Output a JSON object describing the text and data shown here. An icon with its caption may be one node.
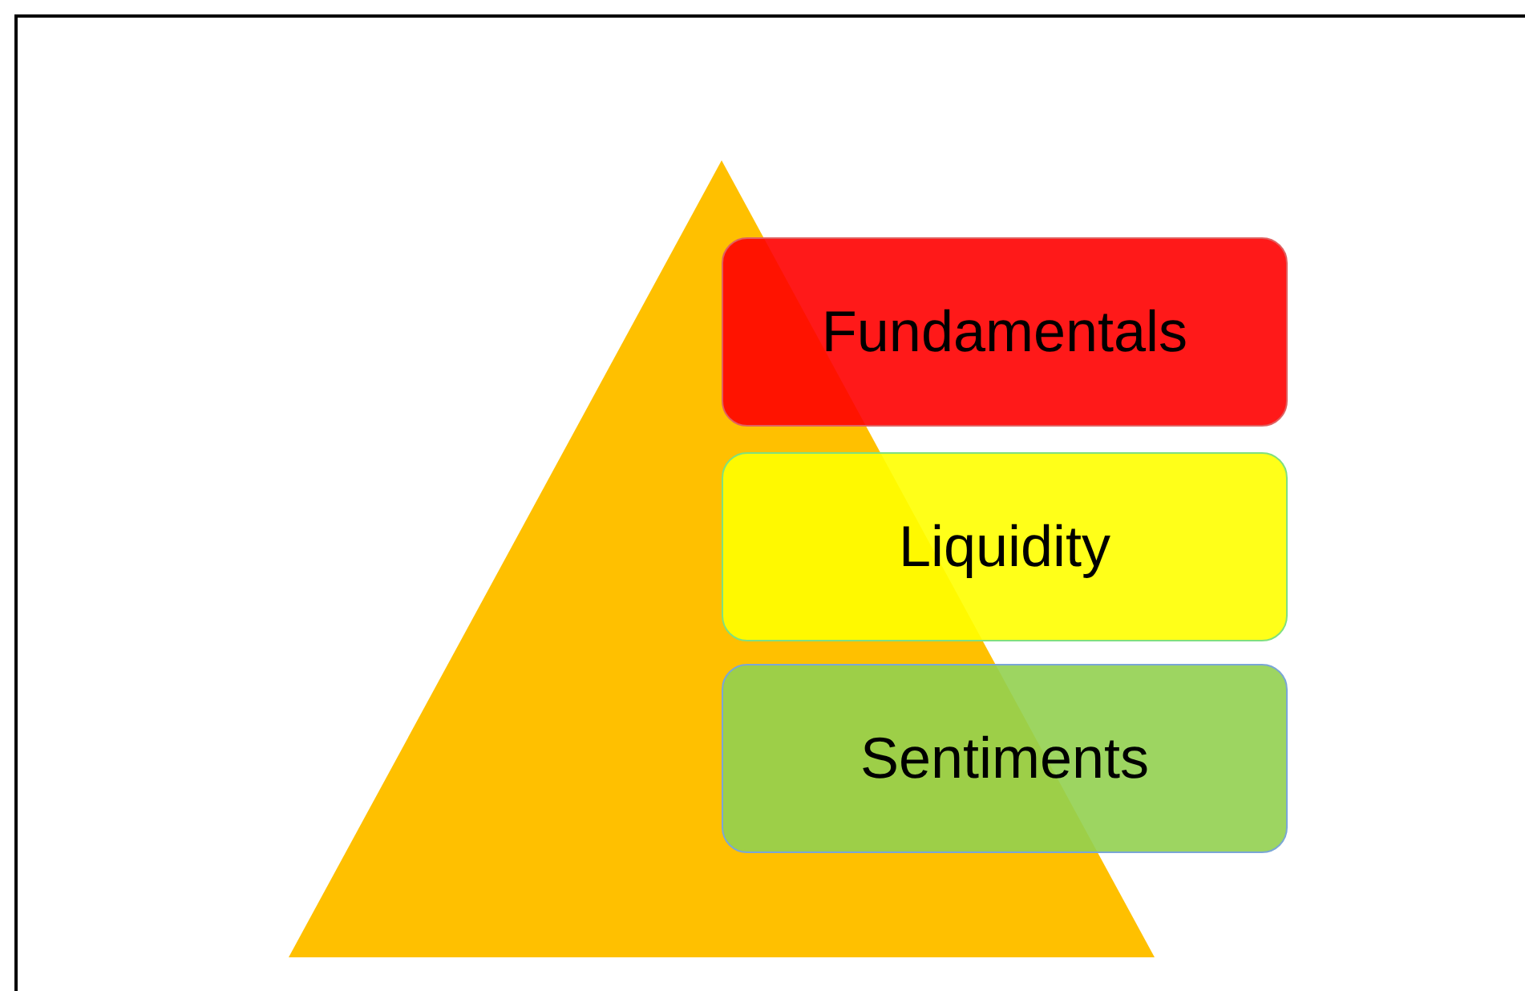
{
  "diagram": {
    "nodes": [
      {
        "text": [],
        "shape": "triangle"
      },
      {
        "text": [
          "Fundamentals"
        ]
      },
      {
        "text": [
          "Liquidity"
        ]
      },
      {
        "text": [
          "Sentiments"
        ]
      }
    ]
  }
}
